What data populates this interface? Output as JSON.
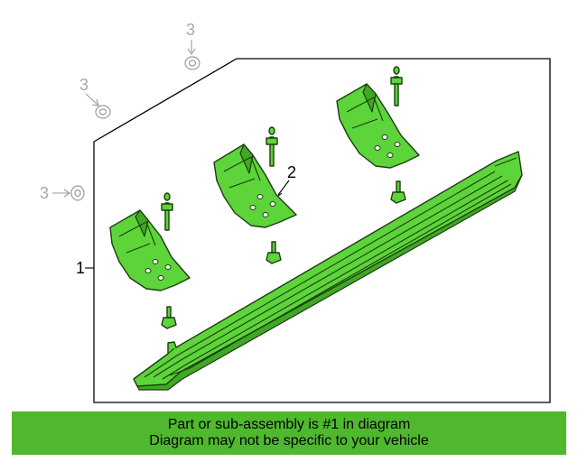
{
  "callouts": {
    "part_1": "1",
    "part_2": "2",
    "part_3_top": "3",
    "part_3_mid": "3",
    "part_3_left": "3"
  },
  "banner": {
    "line1": "Part or sub-assembly is #1 in diagram",
    "line2": "Diagram may not be specific to your vehicle"
  },
  "colors": {
    "part_fill": "#5cd43a",
    "banner_bg": "#4fb82e"
  }
}
